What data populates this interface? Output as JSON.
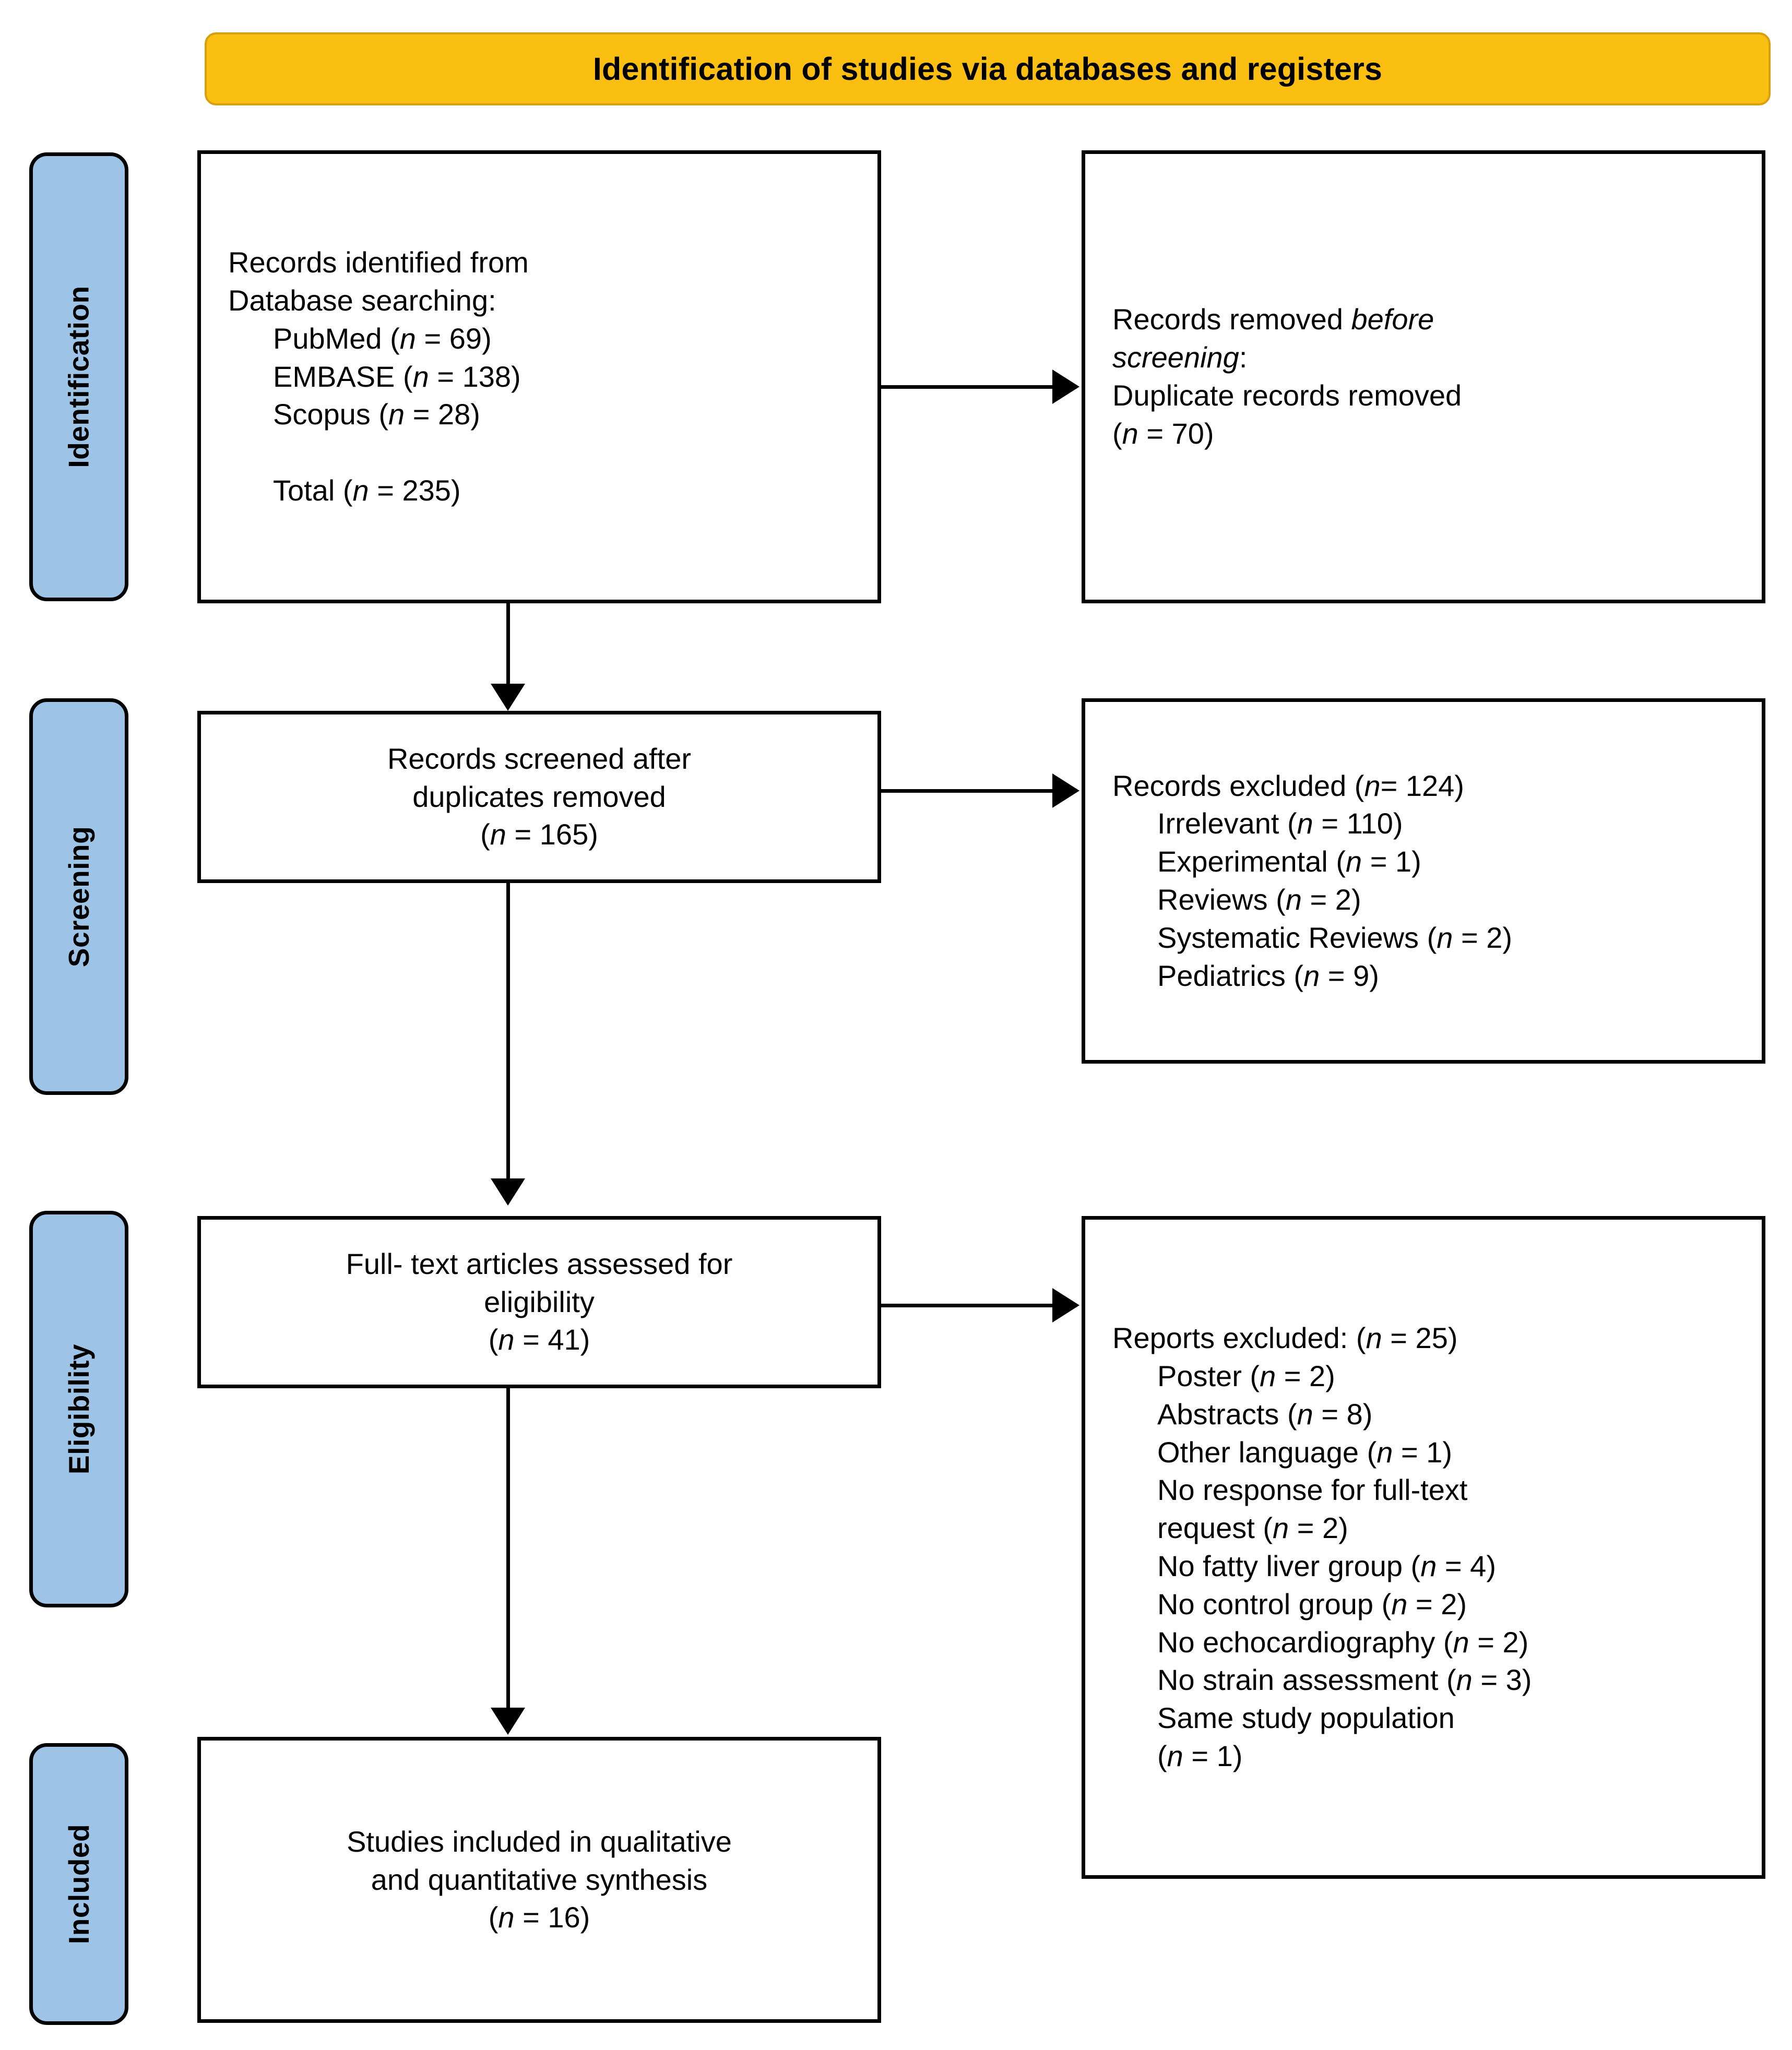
{
  "header": {
    "title": "Identification of studies via databases and registers",
    "background_color": "#FBBF11",
    "border_color": "#D8A00C"
  },
  "theme": {
    "stage_tab_color": "#9DC3E6",
    "box_border_color": "#000000",
    "box_background": "#FFFFFF",
    "text_color": "#000000"
  },
  "stages": [
    {
      "id": "identification",
      "label": "Identification"
    },
    {
      "id": "screening",
      "label": "Screening"
    },
    {
      "id": "eligibility",
      "label": "Eligibility"
    },
    {
      "id": "included",
      "label": "Included"
    }
  ],
  "boxes": {
    "records_identified": {
      "id": "records-identified",
      "align": "left",
      "lines": [
        "Records identified from",
        "Database searching:",
        "    PubMed (n = 69)",
        "    EMBASE (n = 138)",
        "    Scopus (n = 28)",
        "",
        "    Total (n = 235)"
      ]
    },
    "records_removed": {
      "id": "records-removed-before-screening",
      "align": "left",
      "lines": [
        "Records removed before",
        "screening:",
        "Duplicate records removed",
        "(n = 70)"
      ]
    },
    "records_screened": {
      "id": "records-screened",
      "align": "center",
      "lines": [
        "Records screened after",
        "duplicates removed",
        "(n = 165)"
      ]
    },
    "records_excluded": {
      "id": "records-excluded",
      "align": "left",
      "lines": [
        "Records excluded (n= 124)",
        "    Irrelevant (n = 110)",
        "    Experimental (n = 1)",
        "    Reviews (n = 2)",
        "    Systematic Reviews (n = 2)",
        "    Pediatrics (n = 9)"
      ]
    },
    "fulltext_assessed": {
      "id": "fulltext-articles-assessed",
      "align": "center",
      "lines": [
        "Full- text articles assessed for",
        "eligibility",
        "(n = 41)"
      ]
    },
    "reports_excluded": {
      "id": "reports-excluded",
      "align": "left",
      "lines": [
        "Reports excluded: (n = 25)",
        "    Poster (n = 2)",
        "    Abstracts (n = 8)",
        "    Other language (n = 1)",
        "    No response for full-text",
        "    request (n = 2)",
        "    No fatty liver group (n = 4)",
        "    No control group (n = 2)",
        "    No echocardiography (n = 2)",
        "    No strain assessment (n = 3)",
        "    Same study population",
        "    (n = 1)"
      ]
    },
    "studies_included": {
      "id": "studies-included",
      "align": "center",
      "lines": [
        "Studies included in qualitative",
        "and quantitative synthesis",
        "(n = 16)"
      ]
    }
  },
  "counts": {
    "pubmed": 69,
    "embase": 138,
    "scopus": 28,
    "total_identified": 235,
    "duplicates_removed": 70,
    "records_screened": 165,
    "records_excluded_total": 124,
    "irrelevant": 110,
    "experimental": 1,
    "reviews": 2,
    "systematic_reviews": 2,
    "pediatrics": 9,
    "fulltext_assessed": 41,
    "reports_excluded_total": 25,
    "poster": 2,
    "abstracts": 8,
    "other_language": 1,
    "no_response_fulltext": 2,
    "no_fatty_liver_group": 4,
    "no_control_group": 2,
    "no_echocardiography": 2,
    "no_strain_assessment": 3,
    "same_study_population": 1,
    "studies_included": 16
  },
  "connectors": [
    {
      "id": "identified-to-removed",
      "direction": "right"
    },
    {
      "id": "identified-to-screened",
      "direction": "down"
    },
    {
      "id": "screened-to-excluded",
      "direction": "right"
    },
    {
      "id": "screened-to-fulltext",
      "direction": "down"
    },
    {
      "id": "fulltext-to-reports",
      "direction": "right"
    },
    {
      "id": "fulltext-to-included",
      "direction": "down"
    }
  ]
}
